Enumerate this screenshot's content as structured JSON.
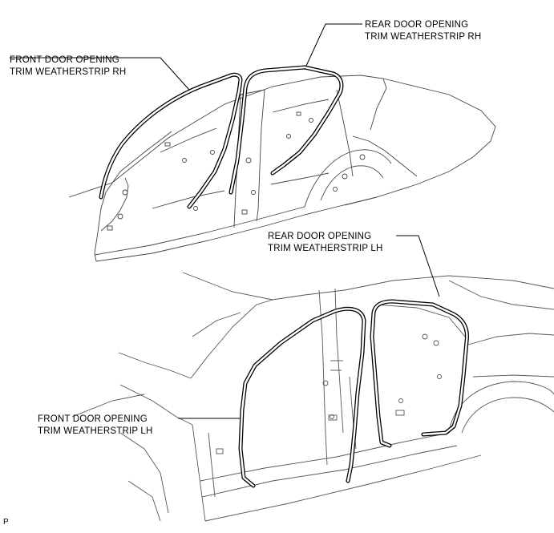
{
  "callouts": {
    "front_rh": {
      "line1": "FRONT DOOR OPENING",
      "line2": "TRIM WEATHERSTRIP RH"
    },
    "rear_rh": {
      "line1": "REAR DOOR OPENING",
      "line2": "TRIM WEATHERSTRIP RH"
    },
    "rear_lh": {
      "line1": "REAR DOOR OPENING",
      "line2": "TRIM WEATHERSTRIP LH"
    },
    "front_lh": {
      "line1": "FRONT DOOR OPENING",
      "line2": "TRIM WEATHERSTRIP LH"
    }
  },
  "figure_code": "P",
  "colors": {
    "ink": "#000000",
    "paper": "#ffffff",
    "body_line": "#555555"
  }
}
